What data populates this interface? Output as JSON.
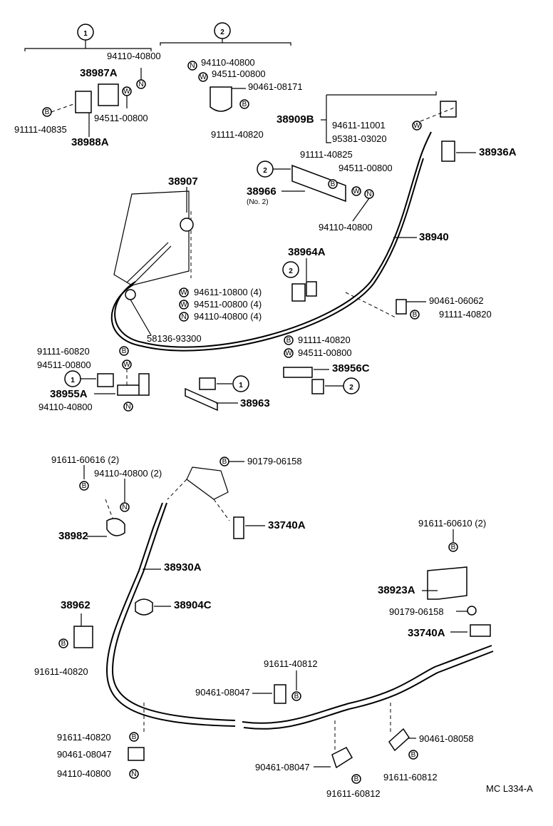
{
  "groups": {
    "g1": "1",
    "g2": "2"
  },
  "symbols": {
    "bolt": "B",
    "washer": "W",
    "nut": "N"
  },
  "labels": {
    "p94110_top": "94110-40800",
    "p38987A": "38987A",
    "p94511_left": "94511-00800",
    "p91111_40835": "91111-40835",
    "p38988A": "38988A",
    "p94110_g2": "94110-40800",
    "p94511_g2": "94511-00800",
    "p90461_08171": "90461-08171",
    "p91111_40820_g2": "91111-40820",
    "p38909B": "38909B",
    "p94611_11001": "94611-11001",
    "p95381_03020": "95381-03020",
    "p38936A": "38936A",
    "p91111_40825": "91111-40825",
    "p94511_mid": "94511-00800",
    "p38966": "38966",
    "p38966_note": "(No. 2)",
    "p94110_mid": "94110-40800",
    "p38907": "38907",
    "p38940": "38940",
    "p38964A": "38964A",
    "p90461_06062": "90461-06062",
    "p91111_40820_r": "91111-40820",
    "p94611_10800": "94611-10800 (4)",
    "p94511_00800_4": "94511-00800 (4)",
    "p94110_40800_4": "94110-40800 (4)",
    "p58136": "58136-93300",
    "p91111_40820_c": "91111-40820",
    "p94511_c": "94511-00800",
    "p38956C": "38956C",
    "p91111_60820": "91111-60820",
    "p94511_l": "94511-00800",
    "p38955A": "38955A",
    "p94110_l": "94110-40800",
    "p38963": "38963",
    "p91611_60616": "91611-60616 (2)",
    "p94110_40800_2": "94110-40800 (2)",
    "p90179_top": "90179-06158",
    "p33740A_top": "33740A",
    "p38982": "38982",
    "p38930A": "38930A",
    "p38904C": "38904C",
    "p38962": "38962",
    "p91611_40820_a": "91611-40820",
    "p91611_60610": "91611-60610 (2)",
    "p38923A": "38923A",
    "p90179_r": "90179-06158",
    "p33740A_r": "33740A",
    "p91611_40812": "91611-40812",
    "p90461_08047_c": "90461-08047",
    "p91611_40820_b": "91611-40820",
    "p90461_08047_l": "90461-08047",
    "p94110_b": "94110-40800",
    "p90461_08047_m": "90461-08047",
    "p91611_60812_m": "91611-60812",
    "p90461_08058": "90461-08058",
    "p91611_60812_r": "91611-60812",
    "code": "MC L334-A"
  }
}
